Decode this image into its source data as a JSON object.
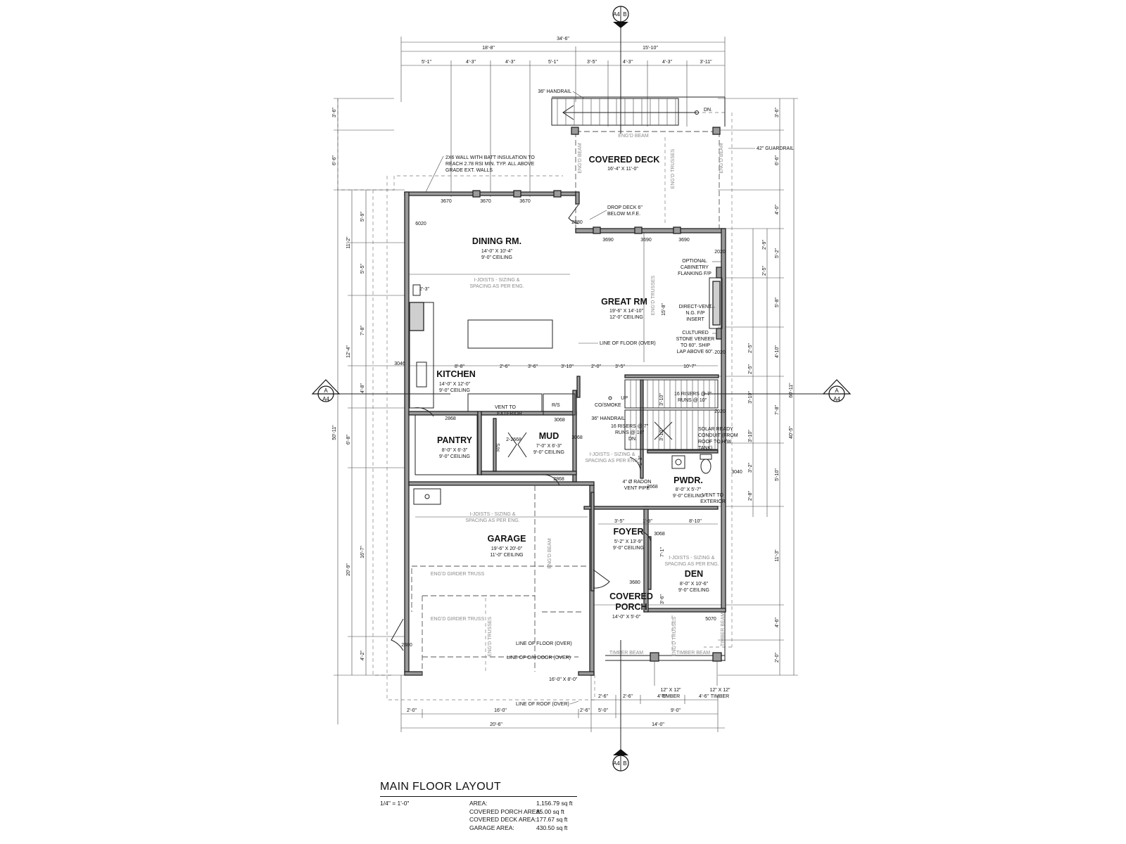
{
  "rooms": {
    "covered_deck": {
      "name": "COVERED DECK",
      "size": "16'-4\" X 11'-0\""
    },
    "dining": {
      "name": "DINING RM.",
      "size": "14'-0\" X 10'-4\"",
      "ceiling": "9'-0\" CEILING"
    },
    "great": {
      "name": "GREAT RM",
      "size": "19'-6\" X 14'-10\"",
      "ceiling": "12'-0\" CEILING"
    },
    "kitchen": {
      "name": "KITCHEN",
      "size": "14'-0\" X 12'-0\"",
      "ceiling": "9'-0\" CEILING"
    },
    "pantry": {
      "name": "PANTRY",
      "size": "8'-0\" X 6'-3\"",
      "ceiling": "9'-0\" CEILING"
    },
    "mud": {
      "name": "MUD",
      "size": "7'-0\" X 6'-3\"",
      "ceiling": "9'-0\" CEILING"
    },
    "pwdr": {
      "name": "PWDR.",
      "size": "8'-0\" X 5'-7\"",
      "ceiling": "9'-0\" CEILING"
    },
    "garage": {
      "name": "GARAGE",
      "size": "19'-6\" X 20'-0\"",
      "ceiling": "11'-0\" CEILING"
    },
    "foyer": {
      "name": "FOYER",
      "size": "5'-2\" X 13'-9\"",
      "ceiling": "9'-0\" CEILING"
    },
    "den": {
      "name": "DEN",
      "size": "8'-0\" X 10'-6\"",
      "ceiling": "9'-0\" CEILING"
    },
    "porch": {
      "name1": "COVERED",
      "name2": "PORCH",
      "size": "14'-0\" X 5'-0\""
    }
  },
  "notes": {
    "handrail_top": "36\" HANDRAIL",
    "dn": "DN.",
    "guardrail": "42\" GUARDRAIL",
    "engd_beam": "ENG'D BEAM",
    "engd_trusses": "ENG'D TRUSSES",
    "wall_note": [
      "2X6 WALL WITH BATT INSULATION TO",
      "REACH 2.78 RSI MIN. TYP. ALL ABOVE",
      "GRADE EXT. WALLS"
    ],
    "drop_deck": [
      "DROP DECK 6\"",
      "BELOW M.F.E."
    ],
    "optional_cab": [
      "OPTIONAL",
      "CABINETRY",
      "FLANKING F/P"
    ],
    "direct_vent": [
      "DIRECT-VENT",
      "N.G. F/P",
      "INSERT"
    ],
    "stone": [
      "CULTURED",
      "STONE VENEER",
      "TO 60\". SHIP",
      "LAP ABOVE 60\"."
    ],
    "line_floor_over": "LINE OF FLOOR (OVER)",
    "ijoists": [
      "I-JOISTS - SIZING &",
      "SPACING AS PER ENG."
    ],
    "vent_exterior": [
      "VENT TO",
      "EXTERIOR"
    ],
    "rs": "R/S",
    "up": "UP",
    "co_smoke": "CO/SMOKE",
    "handrail_stair": "36\" HANDRAIL",
    "risers_upper": [
      "16 RISERS @ 7\"",
      "RUNS @ 10\""
    ],
    "risers_lower": [
      "16 RISERS @ 7\"",
      "RUNS @ 10\"",
      "DN."
    ],
    "solar": [
      "SOLAR READY",
      "CONDUIT (FROM",
      "ROOF TO H/W",
      "TANK)."
    ],
    "radon": [
      "4\" Ø RADON",
      "VENT PIPE"
    ],
    "girder": "ENG'D GIRDER TRUSS",
    "line_oh_door": "LINE OF O/H DOOR (OVER)",
    "line_roof": "LINE OF ROOF (OVER)",
    "timber_beam": "TIMBER BEAM",
    "timber": [
      "12\" X 12\"",
      "TIMBER"
    ],
    "garage_door": "16'-0\" X 8'-0\""
  },
  "windows": {
    "w3670": "3670",
    "w6020": "6020",
    "w2880": "2880",
    "w3690": "3690",
    "w2020": "2020",
    "w3046": "3046",
    "w2868": "2868",
    "w3068": "3068",
    "w22668": "2-2668",
    "w3040": "3040",
    "w2668": "2668",
    "w3680": "3680",
    "w5070": "5070"
  },
  "dims": {
    "top_total": "34'-6\"",
    "top_left": "18'-8\"",
    "top_right": "15'-10\"",
    "top_row": [
      "5'-1\"",
      "4'-3\"",
      "4'-3\"",
      "5'-1\"",
      "3'-5\"",
      "4'-3\"",
      "4'-3\"",
      "3'-11\""
    ],
    "kitchen_row": [
      "2'-3\"",
      "8'-8\"",
      "2'-6\"",
      "3'-6\"",
      "3'-10\"",
      "2'-0\"",
      "3'-5\"",
      "10'-7\""
    ],
    "foyer_row": [
      "3'-5\"",
      "1'-9\"",
      "8'-10\""
    ],
    "bottom_row1": [
      "2'-6\"",
      "2'-6\"",
      "4'-6\"",
      "4'-6\""
    ],
    "bottom_row2": [
      "2'-0\"",
      "16'-0\"",
      "2'-6\"",
      "5'-0\"",
      "9'-0\""
    ],
    "bottom_row3": [
      "20'-6\"",
      "14'-0\""
    ],
    "left_outer": [
      "3'-6\"",
      "6'-6\"",
      "50'-11\""
    ],
    "left_mid": [
      "11'-2\"",
      "12'-4\"",
      "6'-8\"",
      "20'-9\""
    ],
    "left_inner": [
      "5'-9\"",
      "5'-5\"",
      "7'-8\"",
      "4'-8\"",
      "16'-7\"",
      "4'-2\""
    ],
    "right_outer": [
      "60'-11\""
    ],
    "right_mid": [
      "3'-6\"",
      "6'-6\"",
      "4'-0\"",
      "5'-2\"",
      "5'-8\"",
      "4'-10\"",
      "7'-8\"",
      "5'-10\"",
      "11'-3\"",
      "4'-6\"",
      "2'-0\"",
      "40'-5\""
    ],
    "right_inner": [
      "2'-9\"",
      "2'-5\"",
      "2'-5\"",
      "2'-5\"",
      "3'-10\"",
      "3'-10\"",
      "3'-2\"",
      "2'-8\""
    ],
    "stair_small": [
      "3'-10\"",
      "3'-10\"",
      "1'-3\"",
      "7'-1\"",
      "3'-6\"",
      "15'-8\""
    ]
  },
  "markers": {
    "top": {
      "a": "A4",
      "b": "B"
    },
    "bottom": {
      "a": "A4",
      "b": "B"
    },
    "left": {
      "a": "A",
      "b": "A4"
    },
    "right": {
      "a": "A",
      "b": "A4"
    }
  },
  "caption": {
    "title": "MAIN FLOOR LAYOUT",
    "scale": "1/4\" = 1'-0\"",
    "rows": [
      {
        "label": "AREA:",
        "value": "1,156.79 sq ft"
      },
      {
        "label": "COVERED PORCH AREA:",
        "value": "85.00 sq ft"
      },
      {
        "label": "COVERED DECK AREA:",
        "value": "177.67 sq ft"
      },
      {
        "label": "GARAGE AREA:",
        "value": "430.50 sq ft"
      }
    ]
  }
}
